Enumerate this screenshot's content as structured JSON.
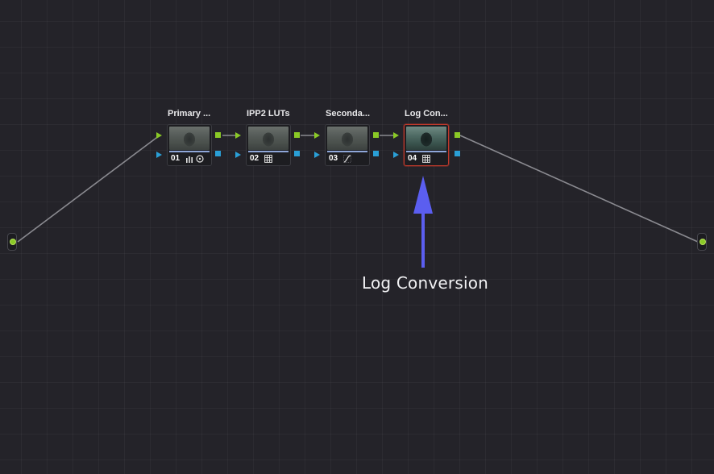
{
  "nodes": [
    {
      "label": "Primary ...",
      "number": "01",
      "tools": [
        "bars-icon",
        "circle-target-icon"
      ],
      "selected": false
    },
    {
      "label": "IPP2 LUTs",
      "number": "02",
      "tools": [
        "grid-icon"
      ],
      "selected": false
    },
    {
      "label": "Seconda...",
      "number": "03",
      "tools": [
        "curve-icon"
      ],
      "selected": false
    },
    {
      "label": "Log Con...",
      "number": "04",
      "tools": [
        "grid-icon"
      ],
      "selected": true
    }
  ],
  "annotation": {
    "text": "Log Conversion",
    "arrow_color": "#5b5ef0"
  },
  "colors": {
    "rgb_port": "#8ac926",
    "alpha_port": "#2a9fd6",
    "selected_border": "#c0392b"
  }
}
